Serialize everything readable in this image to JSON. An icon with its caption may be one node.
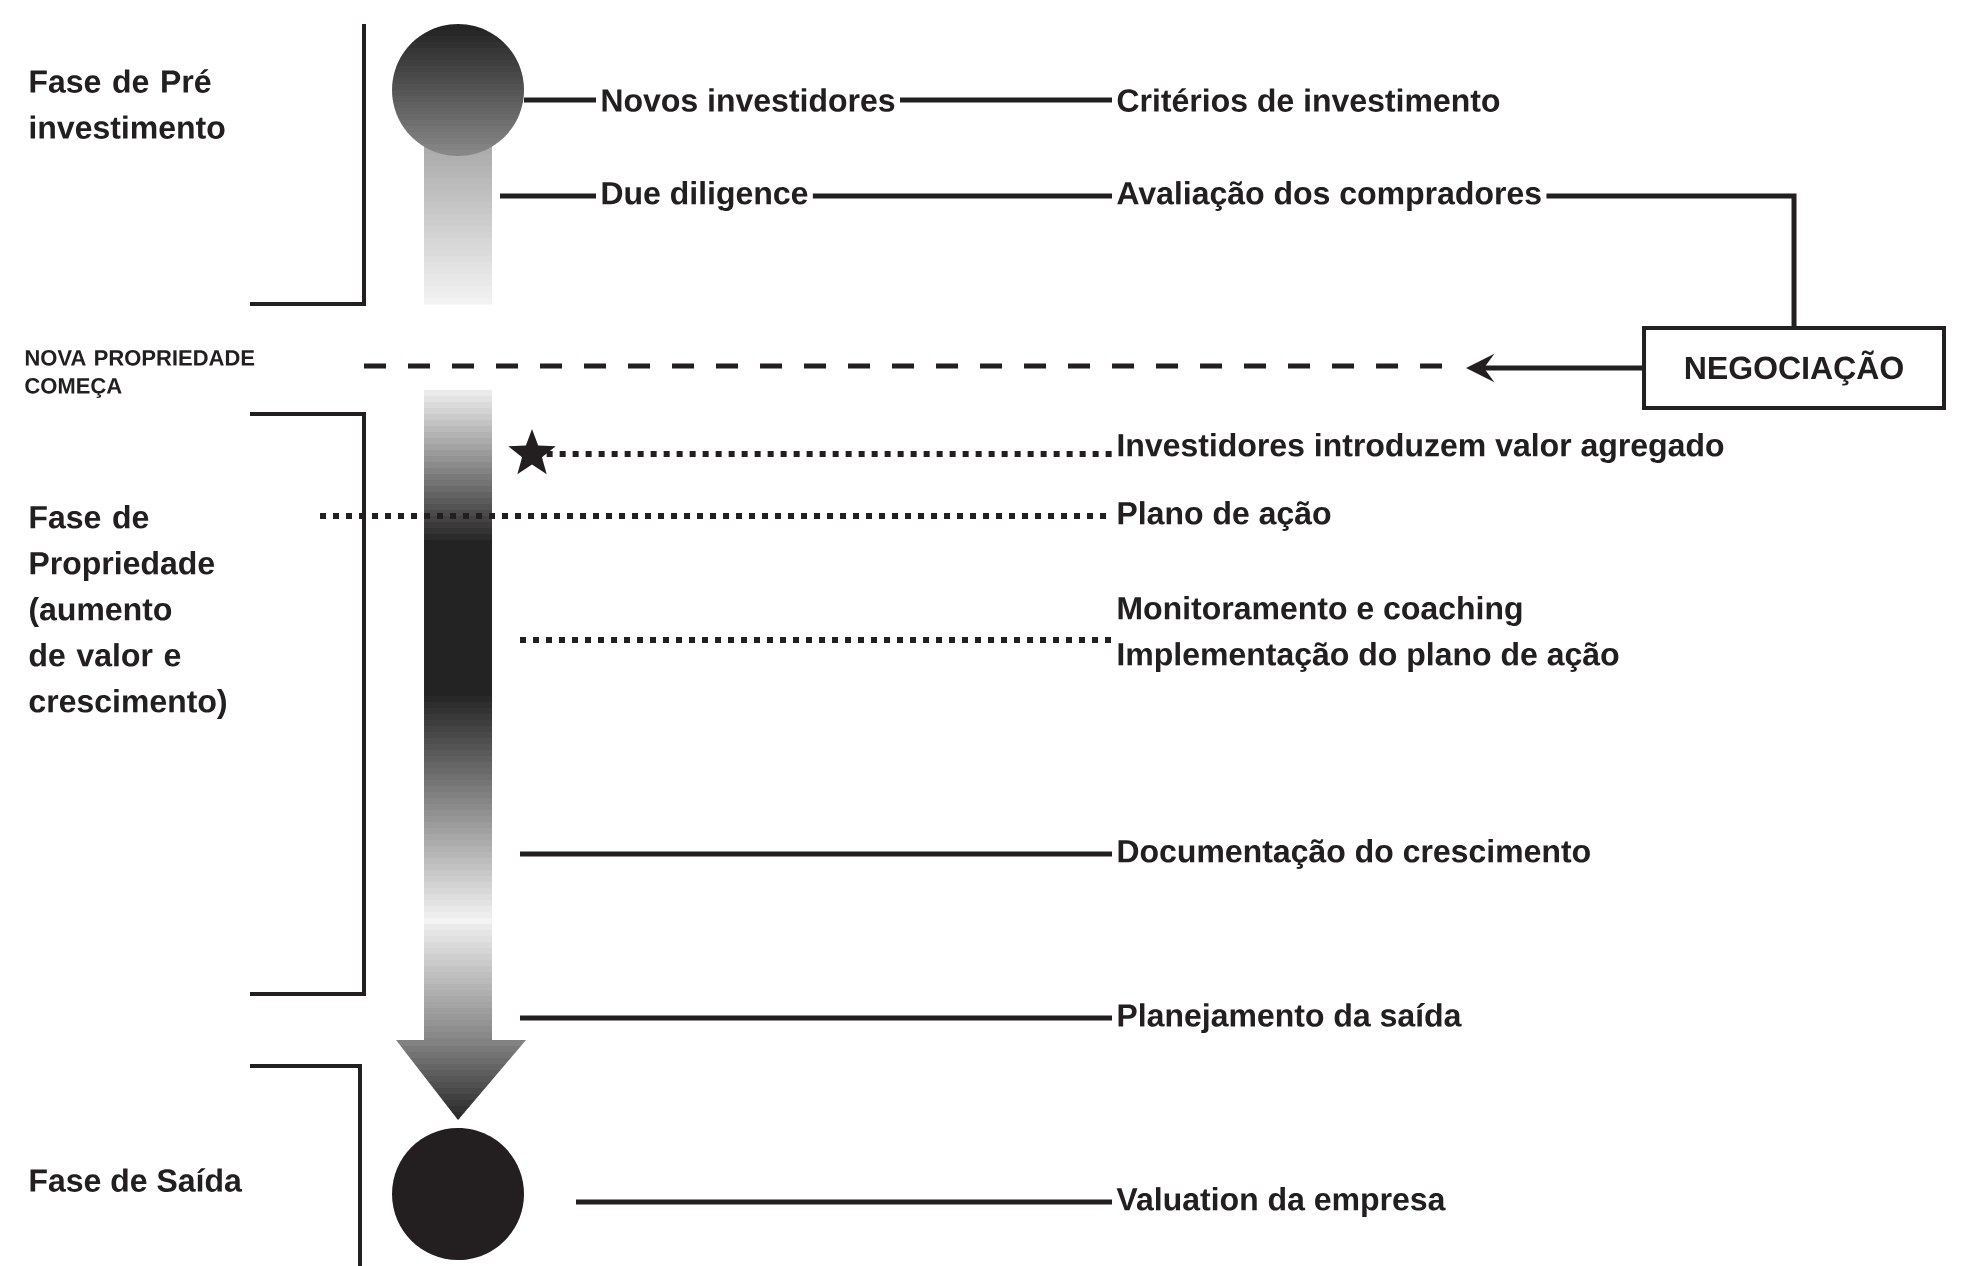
{
  "diagram": {
    "nodes": [
      {
        "text": [
          "Fase de Pré investimento"
        ]
      },
      {
        "text": [],
        "shape": "keyhole"
      },
      {
        "text": [
          "Novos investidores"
        ]
      },
      {
        "text": [
          "Critérios de investimento"
        ]
      },
      {
        "text": [
          "Due diligence"
        ]
      },
      {
        "text": [
          "Avaliação dos compradores"
        ]
      },
      {
        "text": [
          "NOVA PROPRIEDADE COMEÇA"
        ]
      },
      {
        "text": [
          "NEGOCIAÇÃO"
        ]
      },
      {
        "text": [],
        "shape": "arrow"
      },
      {
        "text": [],
        "shape": "star"
      },
      {
        "text": [
          "Investidores introduzem valor agregado"
        ]
      },
      {
        "text": [
          "Plano de ação"
        ]
      },
      {
        "text": [
          "Fase de Propriedade (aumento de valor e crescimento)"
        ]
      },
      {
        "text": [
          "Monitoramento e coaching",
          "Implementação do plano de ação"
        ]
      },
      {
        "text": [
          "Documentação do crescimento"
        ]
      },
      {
        "text": [
          "Planejamento da saída"
        ]
      },
      {
        "text": [
          "Fase de Saída"
        ]
      },
      {
        "text": [],
        "shape": "circle"
      },
      {
        "text": [
          "Valuation da empresa"
        ]
      }
    ],
    "edges": [
      {
        "from": 1,
        "to": 2,
        "arrow": "none"
      },
      {
        "from": 2,
        "to": 3,
        "arrow": "none"
      },
      {
        "from": 1,
        "to": 4,
        "arrow": "none"
      },
      {
        "from": 4,
        "to": 5,
        "arrow": "none"
      },
      {
        "from": 5,
        "to": 7,
        "arrow": "none"
      },
      {
        "from": 7,
        "to": null,
        "arrow": "to"
      },
      {
        "from": 9,
        "to": 10,
        "arrow": "none",
        "style": "dashed"
      },
      {
        "from": null,
        "to": 11,
        "arrow": "none",
        "style": "dashed"
      },
      {
        "from": 8,
        "to": 13,
        "arrow": "none",
        "style": "dashed"
      },
      {
        "from": 8,
        "to": 14,
        "arrow": "none"
      },
      {
        "from": 8,
        "to": 15,
        "arrow": "none"
      },
      {
        "from": 17,
        "to": 18,
        "arrow": "none"
      }
    ]
  }
}
